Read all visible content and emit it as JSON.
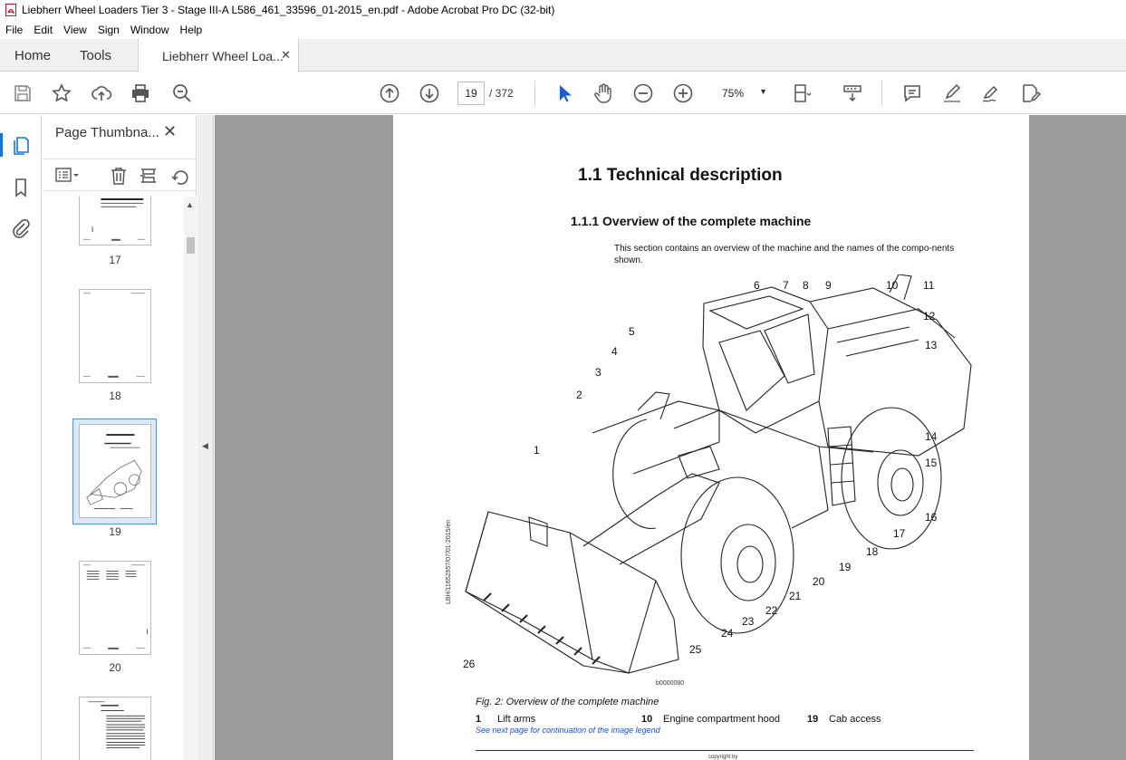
{
  "window": {
    "title": "Liebherr Wheel Loaders Tier 3 - Stage III-A L586_461_33596_01-2015_en.pdf - Adobe Acrobat Pro DC (32-bit)"
  },
  "menu": [
    "File",
    "Edit",
    "View",
    "Sign",
    "Window",
    "Help"
  ],
  "tabs": {
    "home": "Home",
    "tools": "Tools",
    "document": "Liebherr Wheel Loa...",
    "close": "✕"
  },
  "toolbar": {
    "current_page": "19",
    "total_pages": "/ 372",
    "zoom": "75%",
    "zoom_caret": "▼",
    "icons": [
      "save-icon",
      "star-icon",
      "upload-icon",
      "print-icon",
      "find-zoom-icon",
      "page-up-icon",
      "page-down-icon",
      "select-arrow-icon",
      "hand-icon",
      "zoom-out-icon",
      "zoom-in-icon",
      "fit-page-icon",
      "scroll-mode-icon",
      "comment-icon",
      "highlight-icon",
      "sign-icon",
      "fill-sign-icon"
    ]
  },
  "panel": {
    "title": "Page Thumbna...",
    "close": "✕",
    "thumbnails": [
      {
        "number": "17",
        "selected": false
      },
      {
        "number": "18",
        "selected": false
      },
      {
        "number": "19",
        "selected": true
      },
      {
        "number": "20",
        "selected": false
      }
    ],
    "scroll_caret": "▲"
  },
  "splitter_arrow": "◀",
  "document": {
    "heading1": "1.1  Technical description",
    "heading2": "1.1.1   Overview of the complete machine",
    "intro": "This section contains an overview of the machine and the names of the compo-nents shown.",
    "figure_code": "b0000080",
    "side_code": "LBH/11652957/07/01-2015/en",
    "caption": "Fig. 2: Overview of the complete machine",
    "legend": [
      {
        "num": "1",
        "label": "Lift arms"
      },
      {
        "num": "10",
        "label": "Engine compartment hood"
      },
      {
        "num": "19",
        "label": "Cab access"
      }
    ],
    "legend_next": "See next page for continuation of the image legend",
    "footer": "copyright by",
    "callouts": [
      "1",
      "2",
      "3",
      "4",
      "5",
      "6",
      "7",
      "8",
      "9",
      "10",
      "11",
      "12",
      "13",
      "14",
      "15",
      "16",
      "17",
      "18",
      "19",
      "20",
      "21",
      "22",
      "23",
      "24",
      "25",
      "26"
    ]
  },
  "colors": {
    "accent": "#1473e6",
    "canvas_bg": "#9b9b9b",
    "link_blue": "#1a4fd6"
  }
}
